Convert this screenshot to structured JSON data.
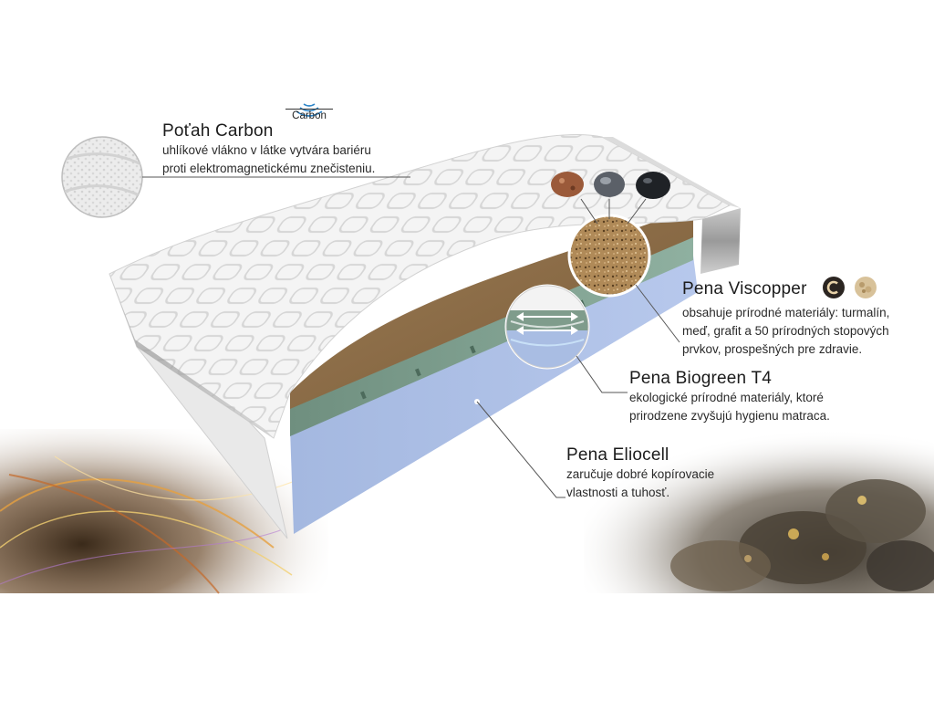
{
  "features": {
    "carbon": {
      "title": "Poťah Carbon",
      "badge": "Carbon",
      "lines": [
        "uhlíkové vlákno v látke vytvára bariéru",
        "proti elektromagnetickému znečisteniu."
      ]
    },
    "viscopper": {
      "title": "Pena Viscopper",
      "lines": [
        "obsahuje prírodné materiály: turmalín,",
        "meď, grafit a 50 prírodných stopových",
        "prvkov, prospešných pre zdravie."
      ]
    },
    "biogreen": {
      "title": "Pena Biogreen T4",
      "lines": [
        "ekologické prírodné materiály, ktoré",
        "prirodzene zvyšujú hygienu matraca."
      ]
    },
    "eliocell": {
      "title": "Pena Eliocell",
      "lines": [
        "zaručuje dobré kopírovacie",
        "vlastnosti a tuhosť."
      ]
    }
  },
  "colors": {
    "cover": "#f1f1f1",
    "viscopper_layer": "#8a6a45",
    "biogreen_layer": "#7f9c8c",
    "eliocell_layer": "#a9bde3",
    "leader_line": "#555555"
  }
}
